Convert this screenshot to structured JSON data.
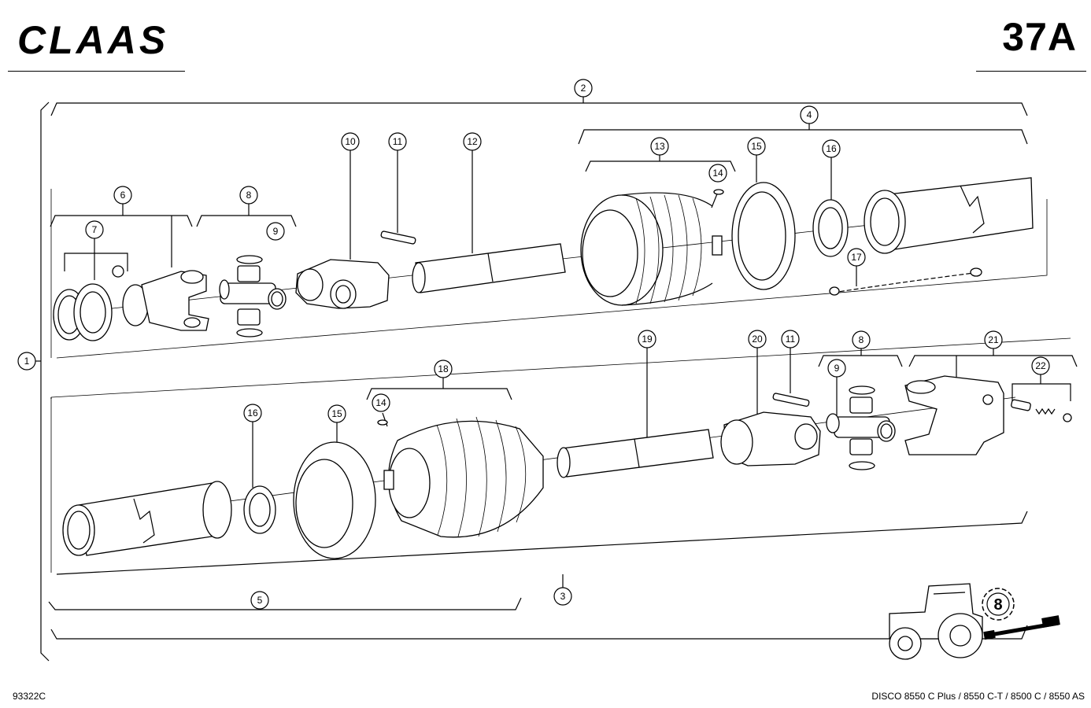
{
  "header": {
    "brand": "CLAAS",
    "page_number": "37A"
  },
  "footer": {
    "drawing_code": "93322C",
    "models": "DISCO 8550 C Plus / 8550 C-T / 8500 C / 8550 AS"
  },
  "callouts": {
    "c1": "1",
    "c2": "2",
    "c3": "3",
    "c4": "4",
    "c5": "5",
    "c6": "6",
    "c7": "7",
    "c8a": "8",
    "c8b": "8",
    "c9a": "9",
    "c9b": "9",
    "c10": "10",
    "c11a": "11",
    "c11b": "11",
    "c12": "12",
    "c13": "13",
    "c14a": "14",
    "c14b": "14",
    "c15a": "15",
    "c15b": "15",
    "c16a": "16",
    "c16b": "16",
    "c17": "17",
    "c18": "18",
    "c19": "19",
    "c20": "20",
    "c21": "21",
    "c22": "22"
  },
  "inset": {
    "gear_label": "8"
  },
  "icons": [
    "tractor-icon",
    "gear-icon",
    "pto-shaft-icon"
  ]
}
